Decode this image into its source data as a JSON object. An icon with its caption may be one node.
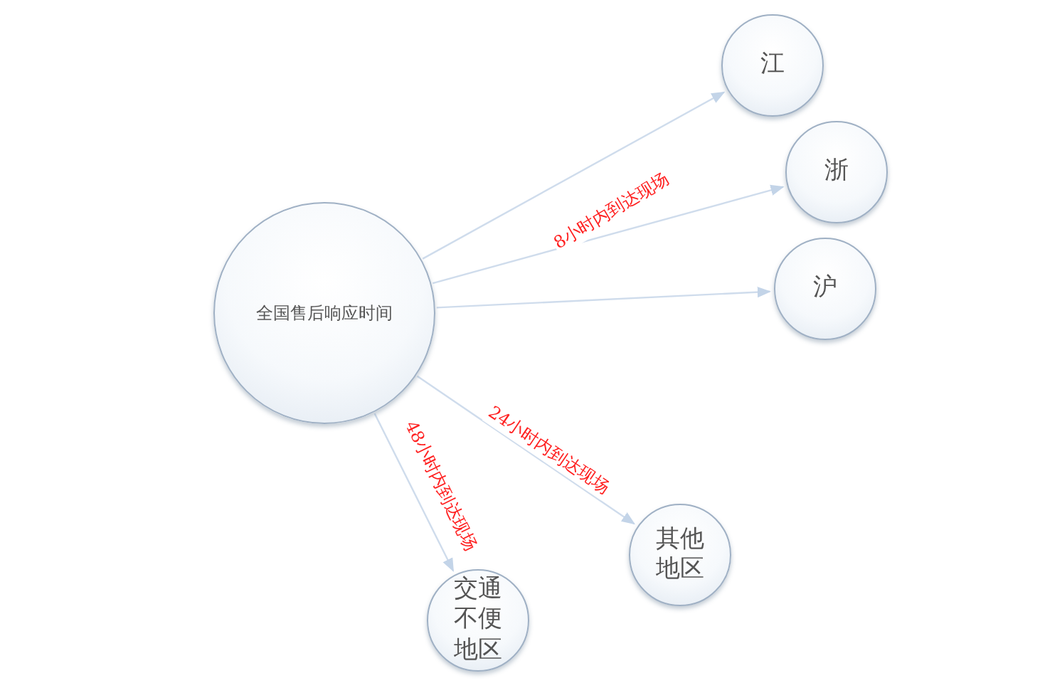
{
  "diagram": {
    "nodes": [
      {
        "text": [
          "全国售后响应时间"
        ]
      },
      {
        "text": [
          "江"
        ]
      },
      {
        "text": [
          "浙"
        ]
      },
      {
        "text": [
          "沪"
        ]
      },
      {
        "text": [
          "其他地区"
        ]
      },
      {
        "text": [
          "交通不便地区"
        ]
      }
    ],
    "edges": [
      {
        "from": 0,
        "to": 1,
        "arrow": "to"
      },
      {
        "from": 0,
        "to": 2,
        "arrow": "to",
        "label": "8小时内到达现场"
      },
      {
        "from": 0,
        "to": 3,
        "arrow": "to"
      },
      {
        "from": 0,
        "to": 4,
        "arrow": "to",
        "label": "24小时内到达现场"
      },
      {
        "from": 0,
        "to": 5,
        "arrow": "to",
        "label": "48小时内到达现场"
      }
    ]
  }
}
